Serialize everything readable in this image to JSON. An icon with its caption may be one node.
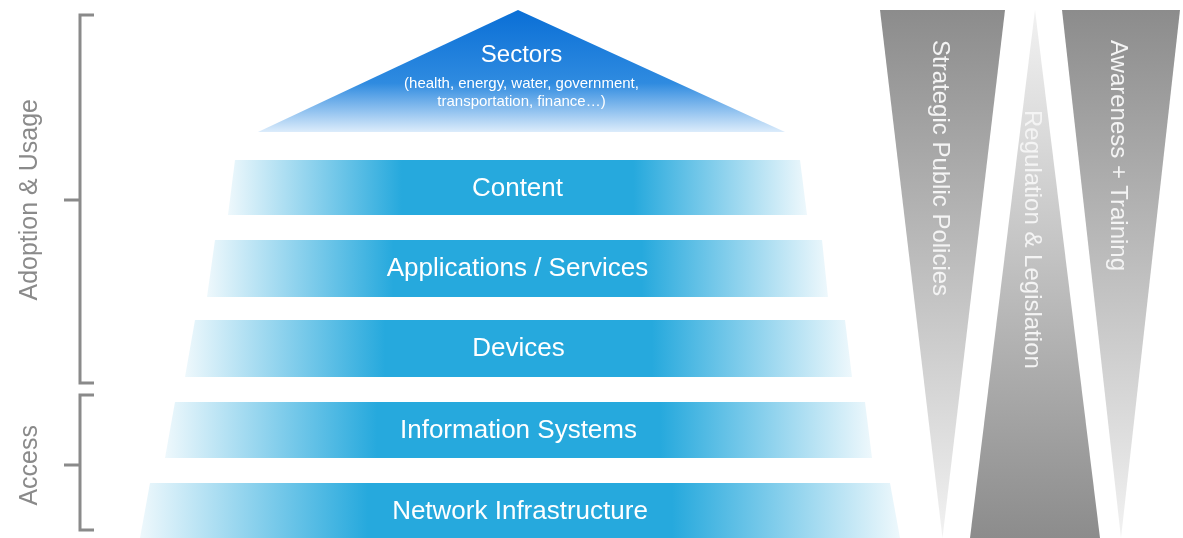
{
  "diagram": {
    "nodes": [
      {
        "text": [
          "Sectors",
          "(health, energy, water, government, transportation, finance…)"
        ]
      },
      {
        "text": [
          "Content"
        ]
      },
      {
        "text": [
          "Applications / Services"
        ]
      },
      {
        "text": [
          "Devices"
        ]
      },
      {
        "text": [
          "Information Systems"
        ]
      },
      {
        "text": [
          "Network Infrastructure"
        ]
      },
      {
        "text": [
          "Strategic Public Policies"
        ]
      },
      {
        "text": [
          "Regulation & Legislation"
        ]
      },
      {
        "text": [
          "Awareness + Training"
        ]
      }
    ],
    "labels": [
      "Adoption & Usage",
      "Access"
    ]
  }
}
